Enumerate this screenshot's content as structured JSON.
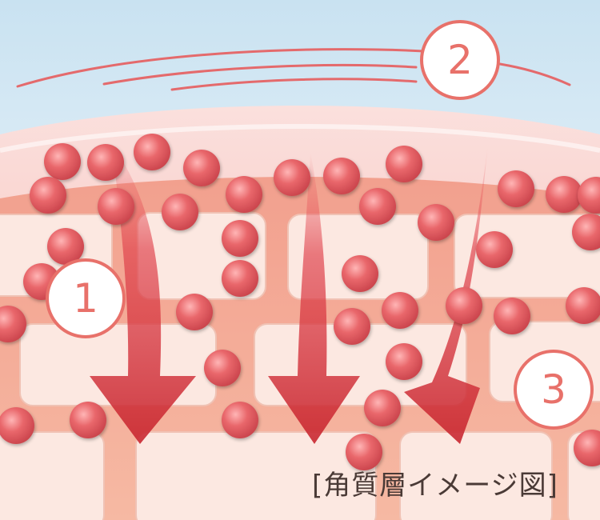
{
  "diagram": {
    "caption": "[角質層イメージ図]",
    "markers": [
      {
        "id": "marker-1",
        "label": "1"
      },
      {
        "id": "marker-2",
        "label": "2"
      },
      {
        "id": "marker-3",
        "label": "3"
      }
    ],
    "colors": {
      "sky_top": "#c9e2f1",
      "sky_bottom": "#ffffff",
      "skin_surface": "#f7c9c6",
      "skin_base": "#f3a592",
      "cell": "#fce8e1",
      "arrow": "#d8323d",
      "particle": "#e05a5f",
      "marker_ring": "#e8716a",
      "caption_text": "#4a3a36"
    },
    "icons": [
      "particle-dot-icon",
      "down-arrow-icon",
      "wave-line-icon"
    ]
  }
}
